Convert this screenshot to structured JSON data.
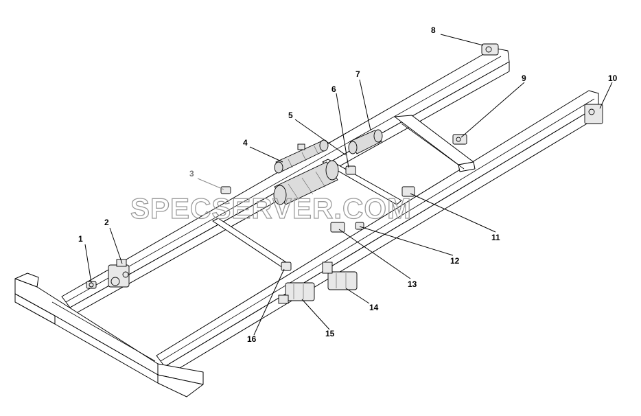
{
  "diagram": {
    "callouts": [
      {
        "id": "1",
        "text": "1"
      },
      {
        "id": "2",
        "text": "2"
      },
      {
        "id": "3",
        "text": "3"
      },
      {
        "id": "4",
        "text": "4"
      },
      {
        "id": "5",
        "text": "5"
      },
      {
        "id": "6",
        "text": "6"
      },
      {
        "id": "7",
        "text": "7"
      },
      {
        "id": "8",
        "text": "8"
      },
      {
        "id": "9",
        "text": "9"
      },
      {
        "id": "10",
        "text": "10"
      },
      {
        "id": "11",
        "text": "11"
      },
      {
        "id": "12",
        "text": "12"
      },
      {
        "id": "13",
        "text": "13"
      },
      {
        "id": "14",
        "text": "14"
      },
      {
        "id": "15",
        "text": "15"
      },
      {
        "id": "16",
        "text": "16"
      }
    ],
    "watermark": "SPECSERVER.COM"
  }
}
